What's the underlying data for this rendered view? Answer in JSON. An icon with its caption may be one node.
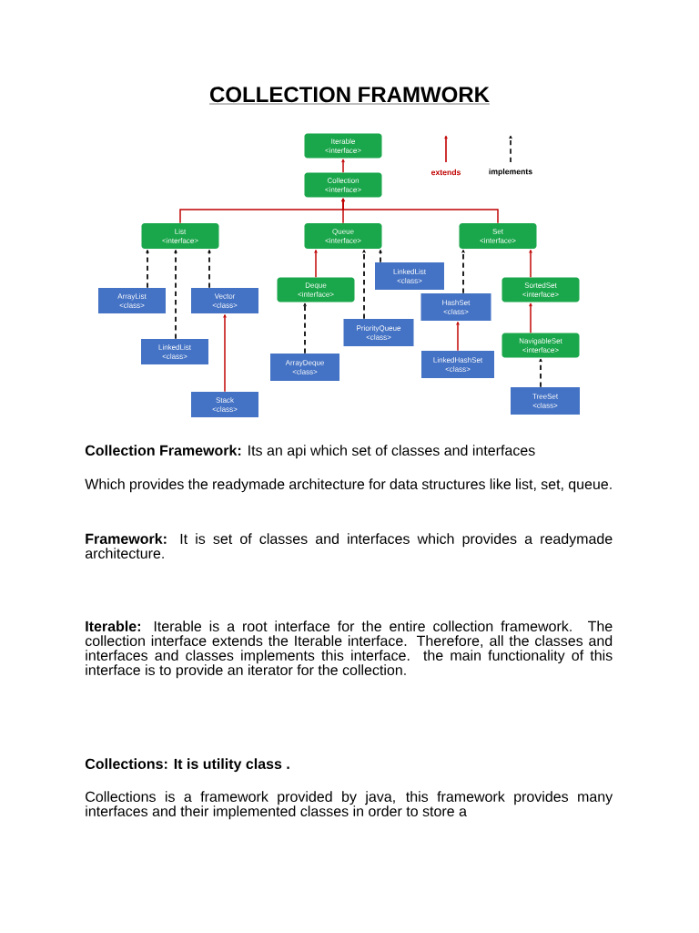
{
  "diagram": {
    "title": "COLLECTION FRAMWORK",
    "nodes": [
      {
        "text": [
          "Iterable",
          "<interface>"
        ]
      },
      {
        "text": [
          "Collection",
          "<interface>"
        ]
      },
      {
        "text": [
          "List",
          "<interface>"
        ]
      },
      {
        "text": [
          "Queue",
          "<interface>"
        ]
      },
      {
        "text": [
          "Set",
          "<interface>"
        ]
      },
      {
        "text": [
          "ArrayList",
          "<class>"
        ]
      },
      {
        "text": [
          "Vector",
          "<class>"
        ]
      },
      {
        "text": [
          "LinkedList",
          "<class>"
        ]
      },
      {
        "text": [
          "Stack",
          "<class>"
        ]
      },
      {
        "text": [
          "Deque",
          "<interface>"
        ]
      },
      {
        "text": [
          "LinkedList",
          "<class>"
        ]
      },
      {
        "text": [
          "PriorityQueue",
          "<class>"
        ]
      },
      {
        "text": [
          "ArrayDeque",
          "<class>"
        ]
      },
      {
        "text": [
          "HashSet",
          "<class>"
        ]
      },
      {
        "text": [
          "LinkedHashSet",
          "<class>"
        ]
      },
      {
        "text": [
          "SortedSet",
          "<interface>"
        ]
      },
      {
        "text": [
          "NavigableSet",
          "<interface>"
        ]
      },
      {
        "text": [
          "TreeSet",
          "<class>"
        ]
      }
    ],
    "edges": [
      {
        "from": 1,
        "to": 0,
        "arrow": "to"
      },
      {
        "from": 2,
        "to": 1,
        "arrow": "to"
      },
      {
        "from": 3,
        "to": 1,
        "arrow": "to"
      },
      {
        "from": 4,
        "to": 1,
        "arrow": "to"
      },
      {
        "from": 5,
        "to": 2,
        "arrow": "to",
        "style": "dashed",
        "color": "#000000"
      },
      {
        "from": 7,
        "to": 2,
        "arrow": "to",
        "style": "dashed",
        "color": "#000000"
      },
      {
        "from": 6,
        "to": 2,
        "arrow": "to",
        "style": "dashed",
        "color": "#000000"
      },
      {
        "from": 8,
        "to": 6,
        "arrow": "to"
      },
      {
        "from": 9,
        "to": 3,
        "arrow": "to"
      },
      {
        "from": 11,
        "to": 3,
        "arrow": "to",
        "style": "dashed",
        "color": "#000000"
      },
      {
        "from": 10,
        "to": 3,
        "arrow": "to",
        "style": "dashed",
        "color": "#000000"
      },
      {
        "from": 12,
        "to": 9,
        "arrow": "to",
        "style": "dashed",
        "color": "#000000"
      },
      {
        "from": 13,
        "to": 4,
        "arrow": "to",
        "style": "dashed",
        "color": "#000000"
      },
      {
        "from": 14,
        "to": 13,
        "arrow": "to"
      },
      {
        "from": 15,
        "to": 4,
        "arrow": "to"
      },
      {
        "from": 16,
        "to": 15,
        "arrow": "to"
      },
      {
        "from": 17,
        "to": 16,
        "arrow": "to",
        "style": "dashed",
        "color": "#000000"
      }
    ],
    "labels": [
      "**Collection Framework:** Its an api which set of classes and interfaces",
      "Which provides the readymade architecture for data structures like list, set, queue.",
      "**Framework:** It is set of classes and interfaces which provides a readymade architecture.",
      "**Iterable:** Iterable is a root interface for the entire collection framework. The collection interface extends the Iterable interface. Therefore, all the classes and interfaces and classes implements this interface. the main functionality of this interface is to provide an iterator for the collection.",
      "Collections: It is utility class .",
      "Collections is a framework provided by java, this framework provides many interfaces and their implemented classes in order to store a"
    ],
    "legend": [
      {
        "text": "extends"
      },
      {
        "text": "implements"
      }
    ]
  }
}
